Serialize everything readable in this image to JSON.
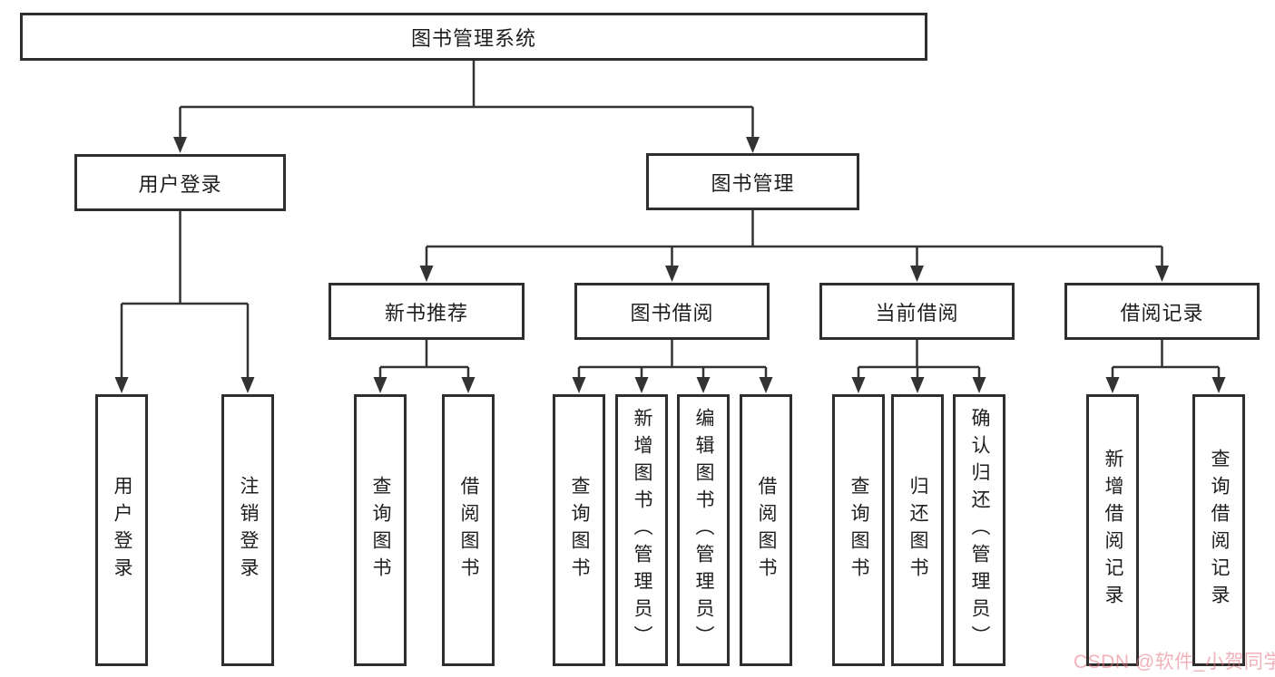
{
  "colors": {
    "line": "#333333",
    "border": "#2e2e2e",
    "bg": "#ffffff",
    "text": "#1e1e1e",
    "watermark": "#e5737f"
  },
  "watermark": {
    "text": "CSDN @软件_小贺同学"
  },
  "tree": {
    "root": {
      "label": "图书管理系统"
    },
    "branches": [
      {
        "label": "用户登录",
        "children": [
          {
            "label": "用户登录"
          },
          {
            "label": "注销登录"
          }
        ]
      },
      {
        "label": "图书管理",
        "children": [
          {
            "label": "新书推荐",
            "children": [
              {
                "label": "查询图书"
              },
              {
                "label": "借阅图书"
              }
            ]
          },
          {
            "label": "图书借阅",
            "children": [
              {
                "label": "查询图书"
              },
              {
                "label": "新增图书（管理员）"
              },
              {
                "label": "编辑图书（管理员）"
              },
              {
                "label": "借阅图书"
              }
            ]
          },
          {
            "label": "当前借阅",
            "children": [
              {
                "label": "查询图书"
              },
              {
                "label": "归还图书"
              },
              {
                "label": "确认归还（管理员）"
              }
            ]
          },
          {
            "label": "借阅记录",
            "children": [
              {
                "label": "新增借阅记录"
              },
              {
                "label": "查询借阅记录"
              }
            ]
          }
        ]
      }
    ]
  }
}
